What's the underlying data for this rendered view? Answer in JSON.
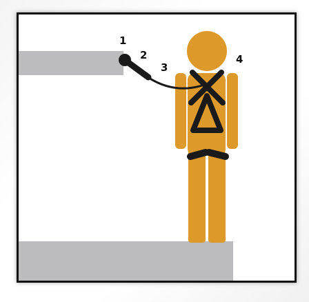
{
  "labels": {
    "anchor": "1",
    "connector": "2",
    "lanyard": "3",
    "harness": "4"
  },
  "colors": {
    "figure": "#dd9a2b",
    "harness": "#1a1a1a",
    "ledge": "#bcbcbe",
    "frame": "#111111"
  }
}
